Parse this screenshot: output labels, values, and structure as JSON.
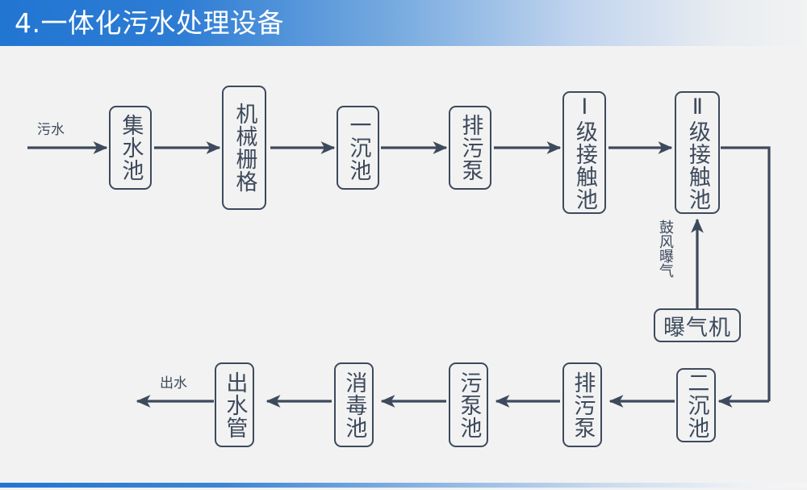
{
  "header": {
    "title": "4.一体化污水处理设备",
    "bg_start_color": "#2176d2",
    "bg_end_color": "#f1f2f2",
    "text_color": "#ffffff"
  },
  "footer": {
    "bg_start_color": "#2176d2",
    "bg_end_color": "#f4f5f6"
  },
  "diagram": {
    "stroke_color": "#3d4a5c",
    "background_color": "#f2f2f2",
    "type": "process-flow",
    "nodes": [
      {
        "id": "jishuichi",
        "label": "集水池",
        "orientation": "vertical",
        "row": "top"
      },
      {
        "id": "jixieshange",
        "label": "机械栅格",
        "orientation": "vertical",
        "row": "top"
      },
      {
        "id": "yichenchi",
        "label": "一沉池",
        "orientation": "vertical",
        "row": "top"
      },
      {
        "id": "paiwubeng1",
        "label": "排污泵",
        "orientation": "vertical",
        "row": "top"
      },
      {
        "id": "yijijiechu",
        "label": "Ⅰ级接触池",
        "orientation": "vertical",
        "row": "top"
      },
      {
        "id": "erjijiechu",
        "label": "Ⅱ级接触池",
        "orientation": "vertical",
        "row": "top"
      },
      {
        "id": "baoqiji",
        "label": "曝气机",
        "orientation": "horizontal",
        "row": "middle"
      },
      {
        "id": "erchenchi",
        "label": "二沉池",
        "orientation": "vertical",
        "row": "bottom"
      },
      {
        "id": "paiwubeng2",
        "label": "排污泵",
        "orientation": "vertical",
        "row": "bottom"
      },
      {
        "id": "wubengchi",
        "label": "污泵池",
        "orientation": "vertical",
        "row": "bottom"
      },
      {
        "id": "xiaoduchi",
        "label": "消毒池",
        "orientation": "vertical",
        "row": "bottom"
      },
      {
        "id": "chushuiguan",
        "label": "出水管",
        "orientation": "vertical",
        "row": "bottom"
      }
    ],
    "labels": {
      "inlet": "污水",
      "outlet": "出水",
      "aeration": "鼓风曝气"
    }
  }
}
